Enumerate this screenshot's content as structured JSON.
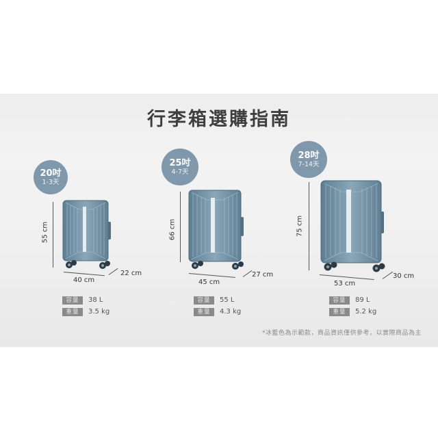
{
  "page": {
    "title": "行李箱選購指南",
    "footnote": "*冰藍色為示範款，商品資訊僅供參考，以實際商品為主"
  },
  "colors": {
    "badge": "#7f98ab",
    "suitcase": "#6f8fa3",
    "band": "#efefef",
    "text": "#3e3e3e"
  },
  "suitcases": [
    {
      "size": "20吋",
      "days": "1-3天",
      "height": "55 cm",
      "width": "40 cm",
      "depth": "22 cm",
      "capacity_label": "容量",
      "capacity": "38 L",
      "weight_label": "重量",
      "weight": "3.5 kg"
    },
    {
      "size": "25吋",
      "days": "4-7天",
      "height": "66 cm",
      "width": "45 cm",
      "depth": "27 cm",
      "capacity_label": "容量",
      "capacity": "55 L",
      "weight_label": "重量",
      "weight": "4.3 kg"
    },
    {
      "size": "28吋",
      "days": "7-14天",
      "height": "75 cm",
      "width": "53 cm",
      "depth": "30 cm",
      "capacity_label": "容量",
      "capacity": "89 L",
      "weight_label": "重量",
      "weight": "5.2 kg"
    }
  ]
}
